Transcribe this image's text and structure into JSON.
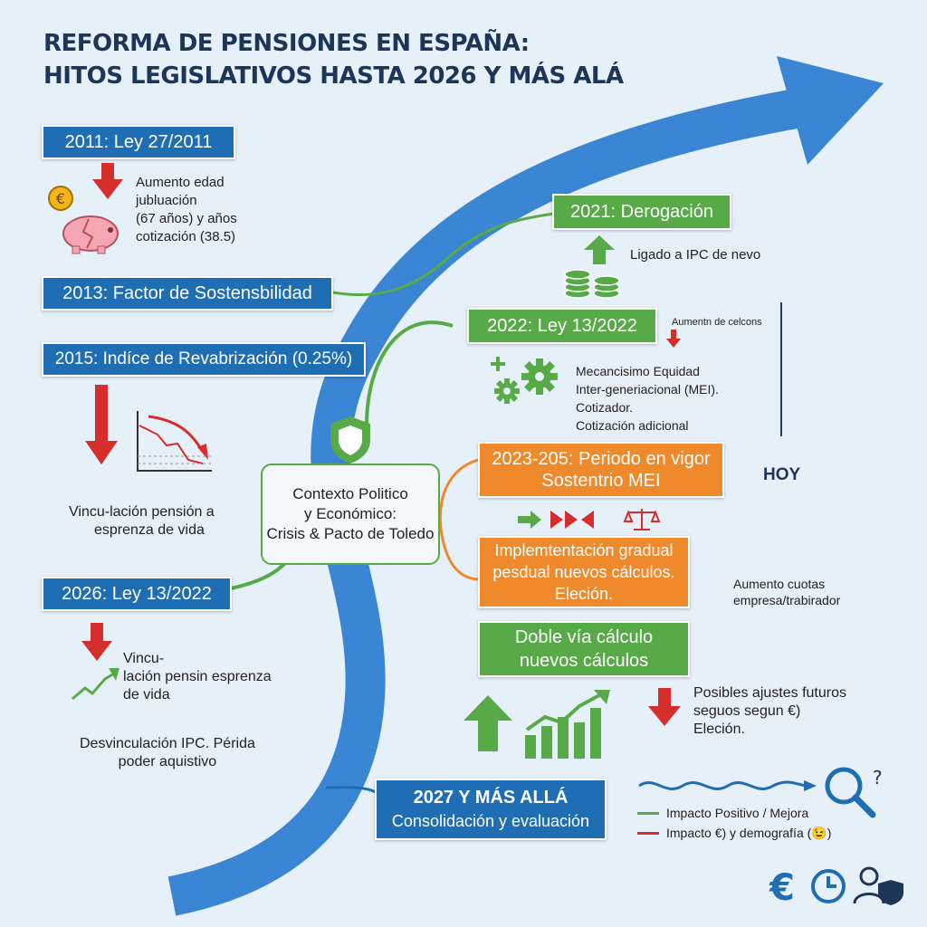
{
  "title": {
    "line1": "REFORMA DE PENSIONES EN ESPAÑA:",
    "line2": "HITOS LEGISLATIVOS HASTA 2026 Y MÁS ALÁ"
  },
  "milestones": {
    "m2011": {
      "label": "2011: Ley 27/2011",
      "text": [
        "Aumento edad",
        "jubluación",
        "(67 años) y años",
        "cotización (38.5)"
      ]
    },
    "m2013": {
      "label": "2013: Factor de Sostensbilidad"
    },
    "m2015": {
      "label": "2015: Indíce de Revabrización (0.25%)",
      "text": [
        "Vincu-lación pensión a",
        "esprenza de vida"
      ]
    },
    "m2026": {
      "label": "2026: Ley 13/2022",
      "text": [
        "Vincu-",
        "lación pensin esprenza",
        "de vida"
      ],
      "text2": [
        "Desvinculación IPC. Périda",
        "poder aquistivo"
      ]
    },
    "m2021": {
      "label": "2021: Derogación",
      "text": "Ligado a IPC de nevo"
    },
    "m2022": {
      "label": "2022: Ley 13/2022",
      "note": "Aumentn de celcons",
      "text": [
        "Mecancisimo Equidad",
        "Inter-generiacional (MEI).",
        "Cotizador.",
        "Cotización adicional"
      ]
    },
    "m2023": {
      "label": [
        "2023-205: Periodo en vigor",
        "Sostentrio MEI"
      ]
    },
    "implement": {
      "label": [
        "Implemtentación gradual",
        "pesdual nuevos cálculos.",
        "Eleción."
      ]
    },
    "doble": {
      "label": [
        "Doble vía cálculo",
        "nuevos cálculos"
      ]
    },
    "future": {
      "text": [
        "Posibles ajustes futuros",
        "seguos segun €)",
        "Eleción."
      ]
    },
    "cuotas": {
      "text": [
        "Aumento cuotas",
        "empresa/trabirador"
      ]
    },
    "m2027": {
      "label": [
        "2027 Y MÁS ALLÁ",
        "Consolidación y evaluación"
      ]
    }
  },
  "context": {
    "lines": [
      "Contexto Politico",
      "y Económico:",
      "Crisis & Pacto de Toledo"
    ]
  },
  "hoy": "HOY",
  "legend": {
    "positive": "Impacto Positivo / Mejora",
    "negative": "Impacto €) y demografía (😉)"
  },
  "colors": {
    "blue": "#1f6db3",
    "green": "#58aa48",
    "orange": "#ee8a2c",
    "red": "#d62d2d",
    "arrow": "#3a86d4"
  },
  "icons": [
    "euro-icon",
    "piggy-bank-icon",
    "down-arrow-icon",
    "up-arrow-icon",
    "coins-icon",
    "gears-icon",
    "shield-icon",
    "scale-icon",
    "bar-chart-icon",
    "magnifier-icon",
    "clock-icon",
    "user-shield-icon"
  ]
}
